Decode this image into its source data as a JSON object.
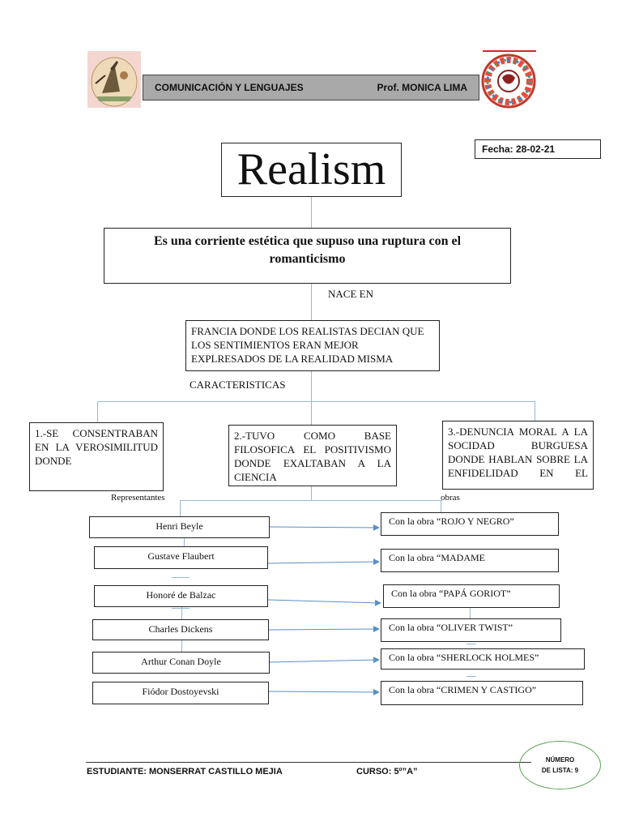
{
  "header": {
    "subject": "COMUNICACIÓN Y LENGUAJES",
    "teacher": "Prof. MONICA LIMA"
  },
  "date": "Fecha: 28-02-21",
  "title": "Realism",
  "definition": "Es una corriente estética que supuso una ruptura con el romanticismo",
  "nace_label": "NACE EN",
  "origin": "FRANCIA DONDE LOS REALISTAS DECIAN QUE LOS SENTIMIENTOS ERAN MEJOR EXPLRESADOS DE LA REALIDAD MISMA",
  "characteristics_label": "CARACTERISTICAS",
  "characteristics": [
    "1.-SE CONSENTRABAN EN LA VEROSIMILITUD DONDE",
    "2.-TUVO COMO BASE FILOSOFICA EL POSITIVISMO DONDE EXALTABAN A LA CIENCIA",
    "3.-DENUNCIA MORAL A LA SOCIDAD BURGUESA DONDE HABLAN SOBRE LA ENFIDELIDAD EN EL"
  ],
  "representatives_label": "Representantes",
  "works_label": "obras",
  "representatives": [
    "Henri Beyle",
    "Gustave Flaubert",
    "Honoré de Balzac",
    "Charles Dickens",
    "Arthur Conan Doyle",
    "Fiódor Dostoyevski"
  ],
  "works": [
    "Con la obra “ROJO Y NEGRO”",
    "Con la obra “MADAME",
    "Con la obra “PAPÁ GORIOT”",
    "Con la obra “OLIVER TWIST”",
    "Con la obra “SHERLOCK HOLMES”",
    "Con la obra “CRIMEN Y CASTIGO”"
  ],
  "footer": {
    "student": "ESTUDIANTE: MONSERRAT CASTILLO MEJIA",
    "course": "CURSO:  5º”A”",
    "list_label": "NÚMERO",
    "list_number": "DE LISTA: 9"
  },
  "colors": {
    "header_bar": "#a9a9a9",
    "connector": "#9ab8d4",
    "arrow": "#5b8fc7",
    "list_circle": "#5aa454"
  }
}
